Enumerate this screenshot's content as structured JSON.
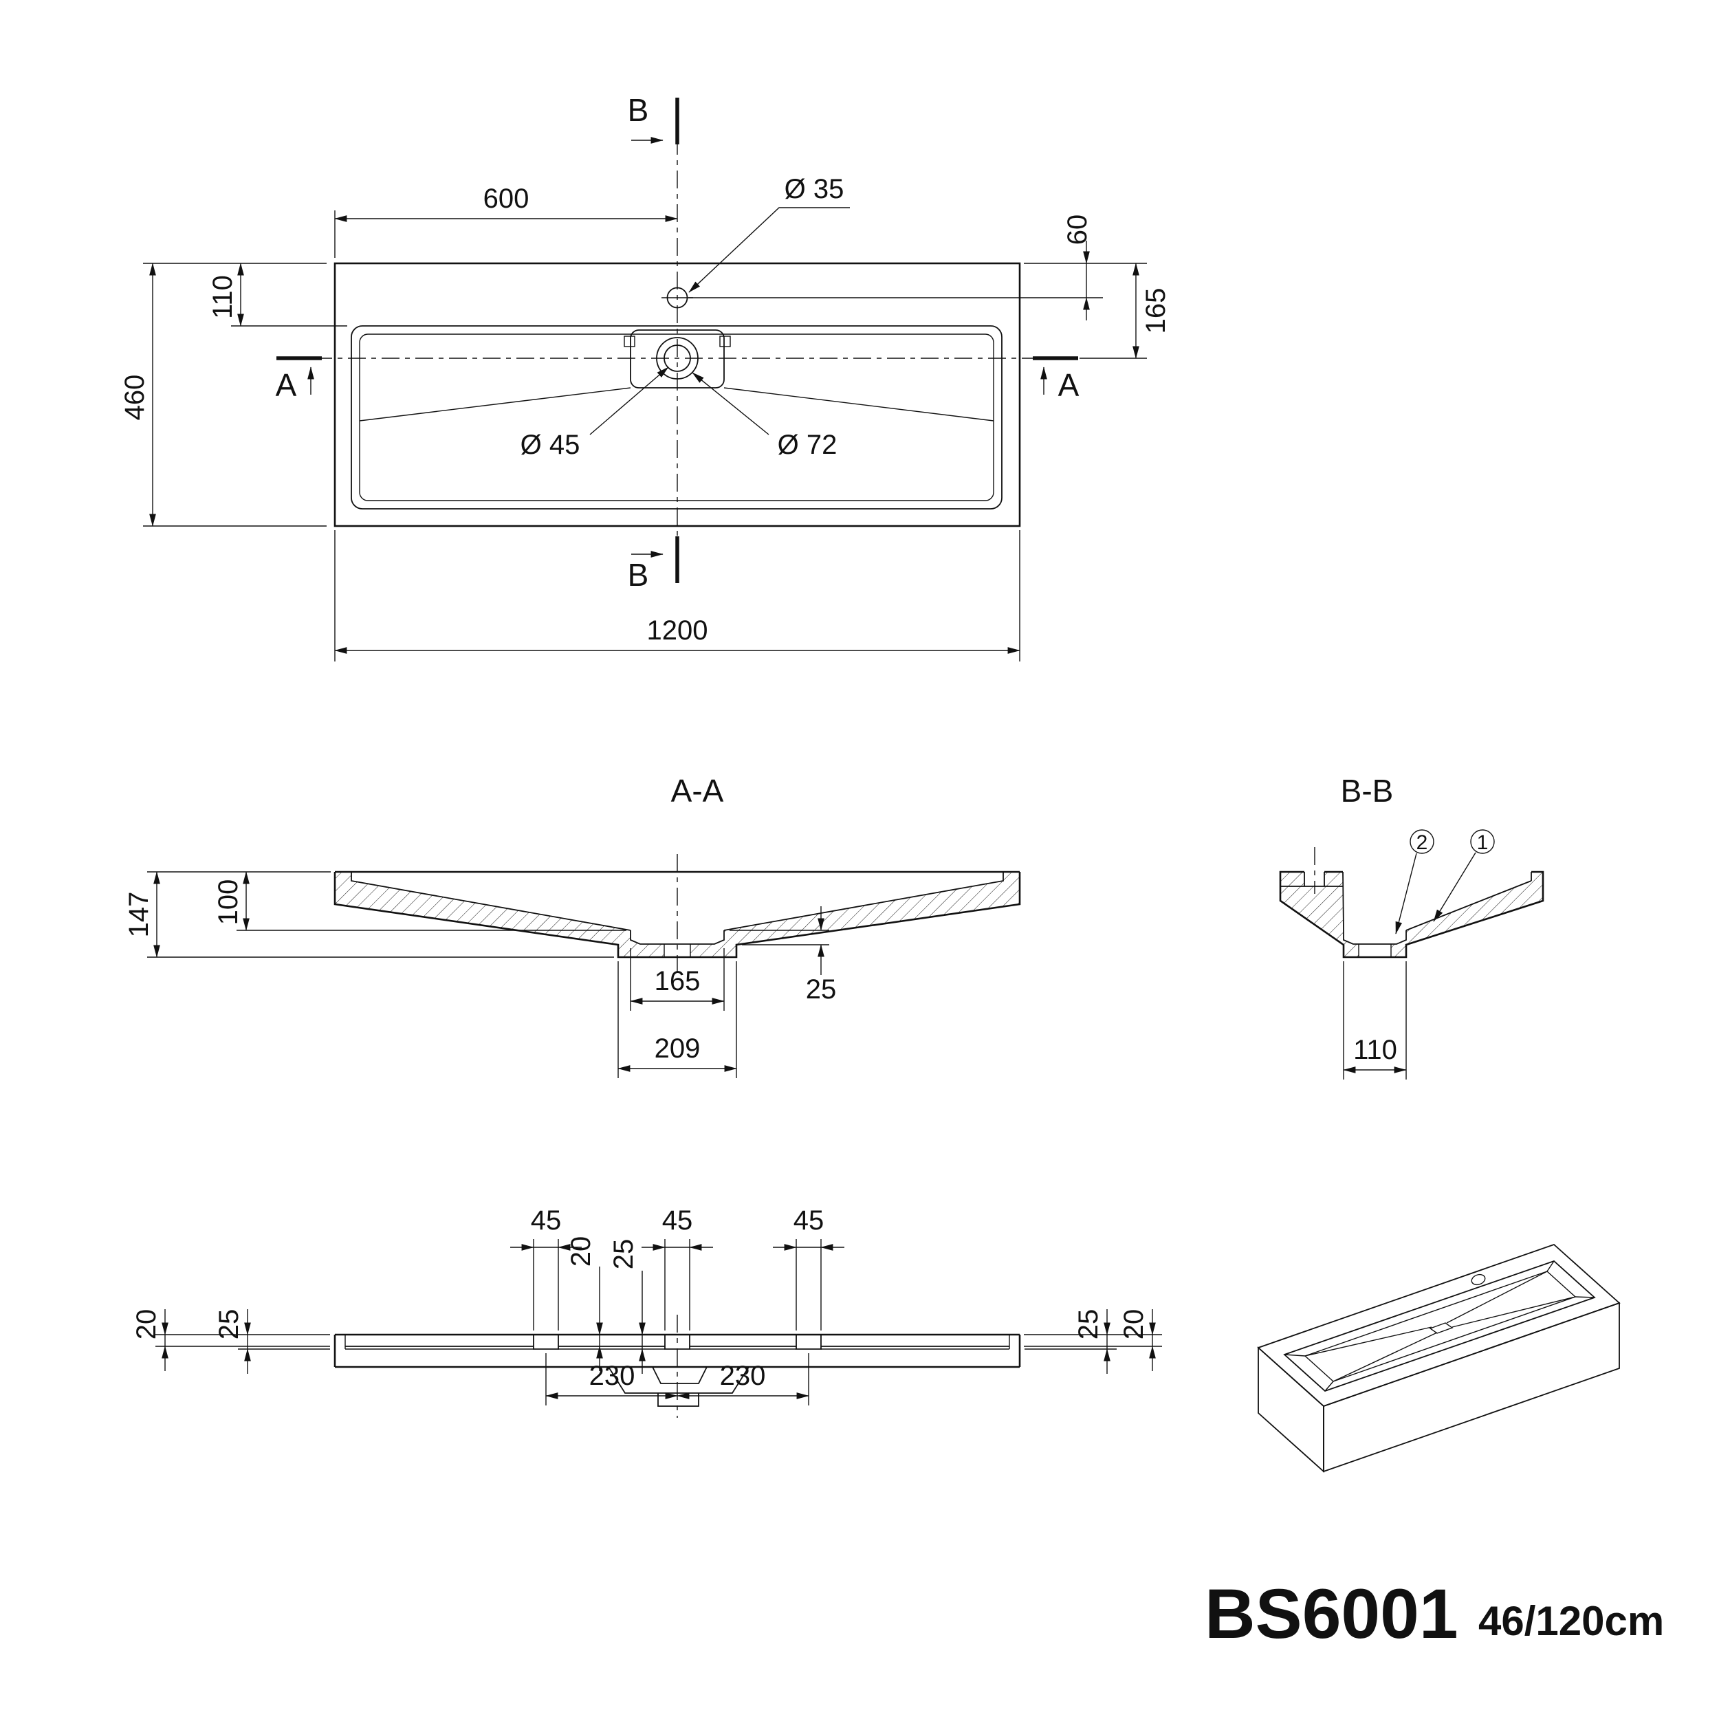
{
  "title": {
    "model": "BS6001",
    "size": "46/120cm"
  },
  "sections": {
    "plan_marker_a": "A",
    "plan_marker_b": "B",
    "aa_title": "A-A",
    "bb_title": "B-B"
  },
  "plan": {
    "dim_to_center": "600",
    "dim_faucet_hole": "Ø 35",
    "dim_rim_offset": "110",
    "dim_depth": "460",
    "dim_faucet_offset": "60",
    "dim_drain_offset": "165",
    "dim_drain_hole": "Ø 45",
    "dim_drain_flange": "Ø 72",
    "dim_width": "1200"
  },
  "aa": {
    "dim_total_height": "147",
    "dim_basin_depth": "100",
    "dim_drain_width": "165",
    "dim_drain_outer_width": "209",
    "dim_recess_depth": "25"
  },
  "bb": {
    "dim_drain_width": "110",
    "callout_1": "1",
    "callout_2": "2"
  },
  "bottom": {
    "dim_slot_width": "45",
    "dim_outer_thickness": "20",
    "dim_inner_thickness": "25",
    "dim_slot_offset": "230"
  }
}
